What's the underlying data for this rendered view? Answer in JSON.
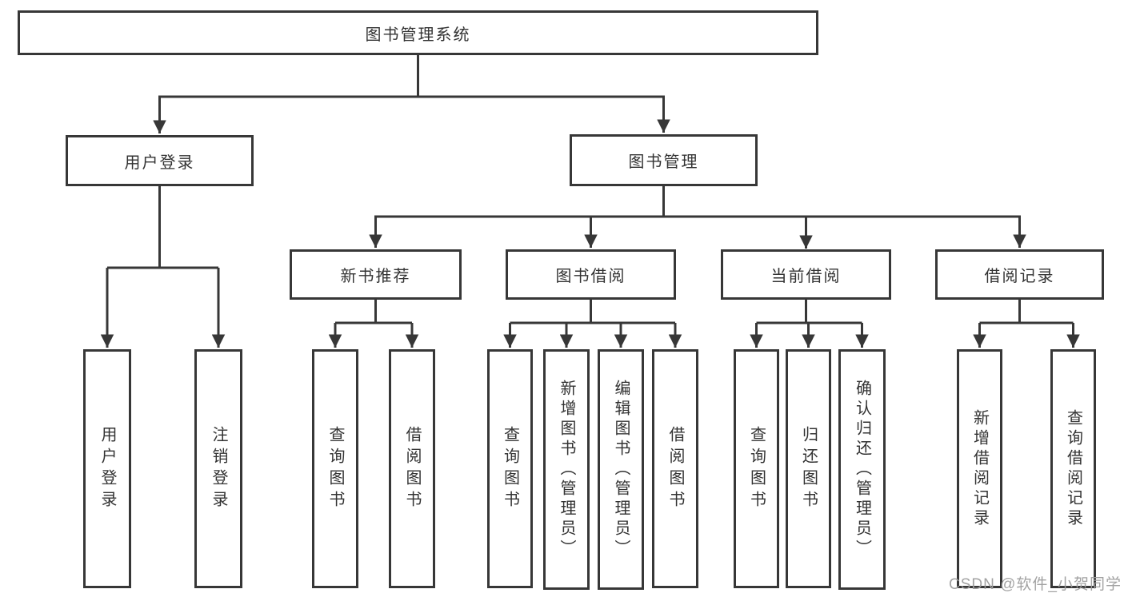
{
  "diagram": {
    "root": {
      "label": "图书管理系统"
    },
    "level2": [
      {
        "label": "用户登录"
      },
      {
        "label": "图书管理"
      }
    ],
    "level3": [
      {
        "label": "新书推荐"
      },
      {
        "label": "图书借阅"
      },
      {
        "label": "当前借阅"
      },
      {
        "label": "借阅记录"
      }
    ],
    "leaves": [
      {
        "label": "用户登录"
      },
      {
        "label": "注销登录"
      },
      {
        "label": "查询图书"
      },
      {
        "label": "借阅图书"
      },
      {
        "label": "查询图书"
      },
      {
        "label": "新增图书（管理员）"
      },
      {
        "label": "编辑图书（管理员）"
      },
      {
        "label": "借阅图书"
      },
      {
        "label": "查询图书"
      },
      {
        "label": "归还图书"
      },
      {
        "label": "确认归还（管理员）"
      },
      {
        "label": "新增借阅记录"
      },
      {
        "label": "查询借阅记录"
      }
    ]
  },
  "watermark": {
    "text": "CSDN @软件_小贺同学"
  },
  "colors": {
    "line": "#373737",
    "text": "#333333",
    "box_fill": "#ffffff",
    "watermark": "#9d9d9d",
    "background": "#ffffff"
  }
}
